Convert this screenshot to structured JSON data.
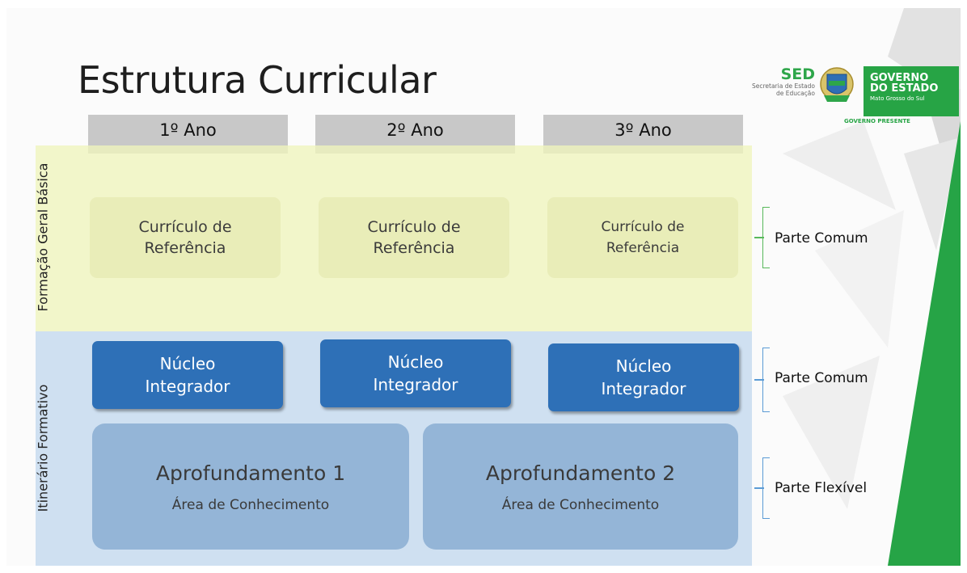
{
  "title": "Estrutura Curricular",
  "columns": [
    "1º Ano",
    "2º Ano",
    "3º Ano"
  ],
  "side_labels": {
    "top": "Formação Geral Básica",
    "bottom": "Itinerário Formativo"
  },
  "curriculo": {
    "line1": "Currículo de",
    "line2": "Referência"
  },
  "nucleo": {
    "line1": "Núcleo",
    "line2": "Integrador"
  },
  "aprofundamentos": [
    {
      "title": "Aprofundamento 1",
      "subtitle": "Área de Conhecimento"
    },
    {
      "title": "Aprofundamento 2",
      "subtitle": "Área de Conhecimento"
    }
  ],
  "parts": [
    "Parte Comum",
    "Parte Comum",
    "Parte Flexível"
  ],
  "logo": {
    "sed": "SED",
    "sed_line1": "Secretaria de Estado",
    "sed_line2": "de Educação",
    "gov_line1": "GOVERNO",
    "gov_line2": "DO ESTADO",
    "gov_state": "Mato Grosso do Sul",
    "gov_presente": "GOVERNO PRESENTE"
  },
  "colors": {
    "accent_green": "#27a445",
    "nucleo_blue": "#2e70b7",
    "aprofundamento_blue": "#94b5d7",
    "band_yellow": "#eff5bc",
    "band_blue": "#cbddf0",
    "header_gray": "#c8c8c8"
  }
}
